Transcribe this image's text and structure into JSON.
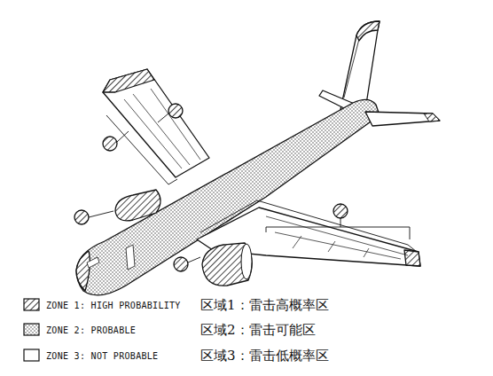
{
  "diagram": {
    "labels": [
      "区域1：雷击高概率区",
      "区域2：雷击可能区",
      "区域3：雷击低概率区"
    ],
    "legend": [
      {
        "text": "ZONE 1: HIGH PROBABILITY"
      },
      {
        "text": "ZONE 2: PROBABLE"
      },
      {
        "text": "ZONE 3: NOT PROBABLE",
        "color": "#ffffff"
      }
    ]
  }
}
